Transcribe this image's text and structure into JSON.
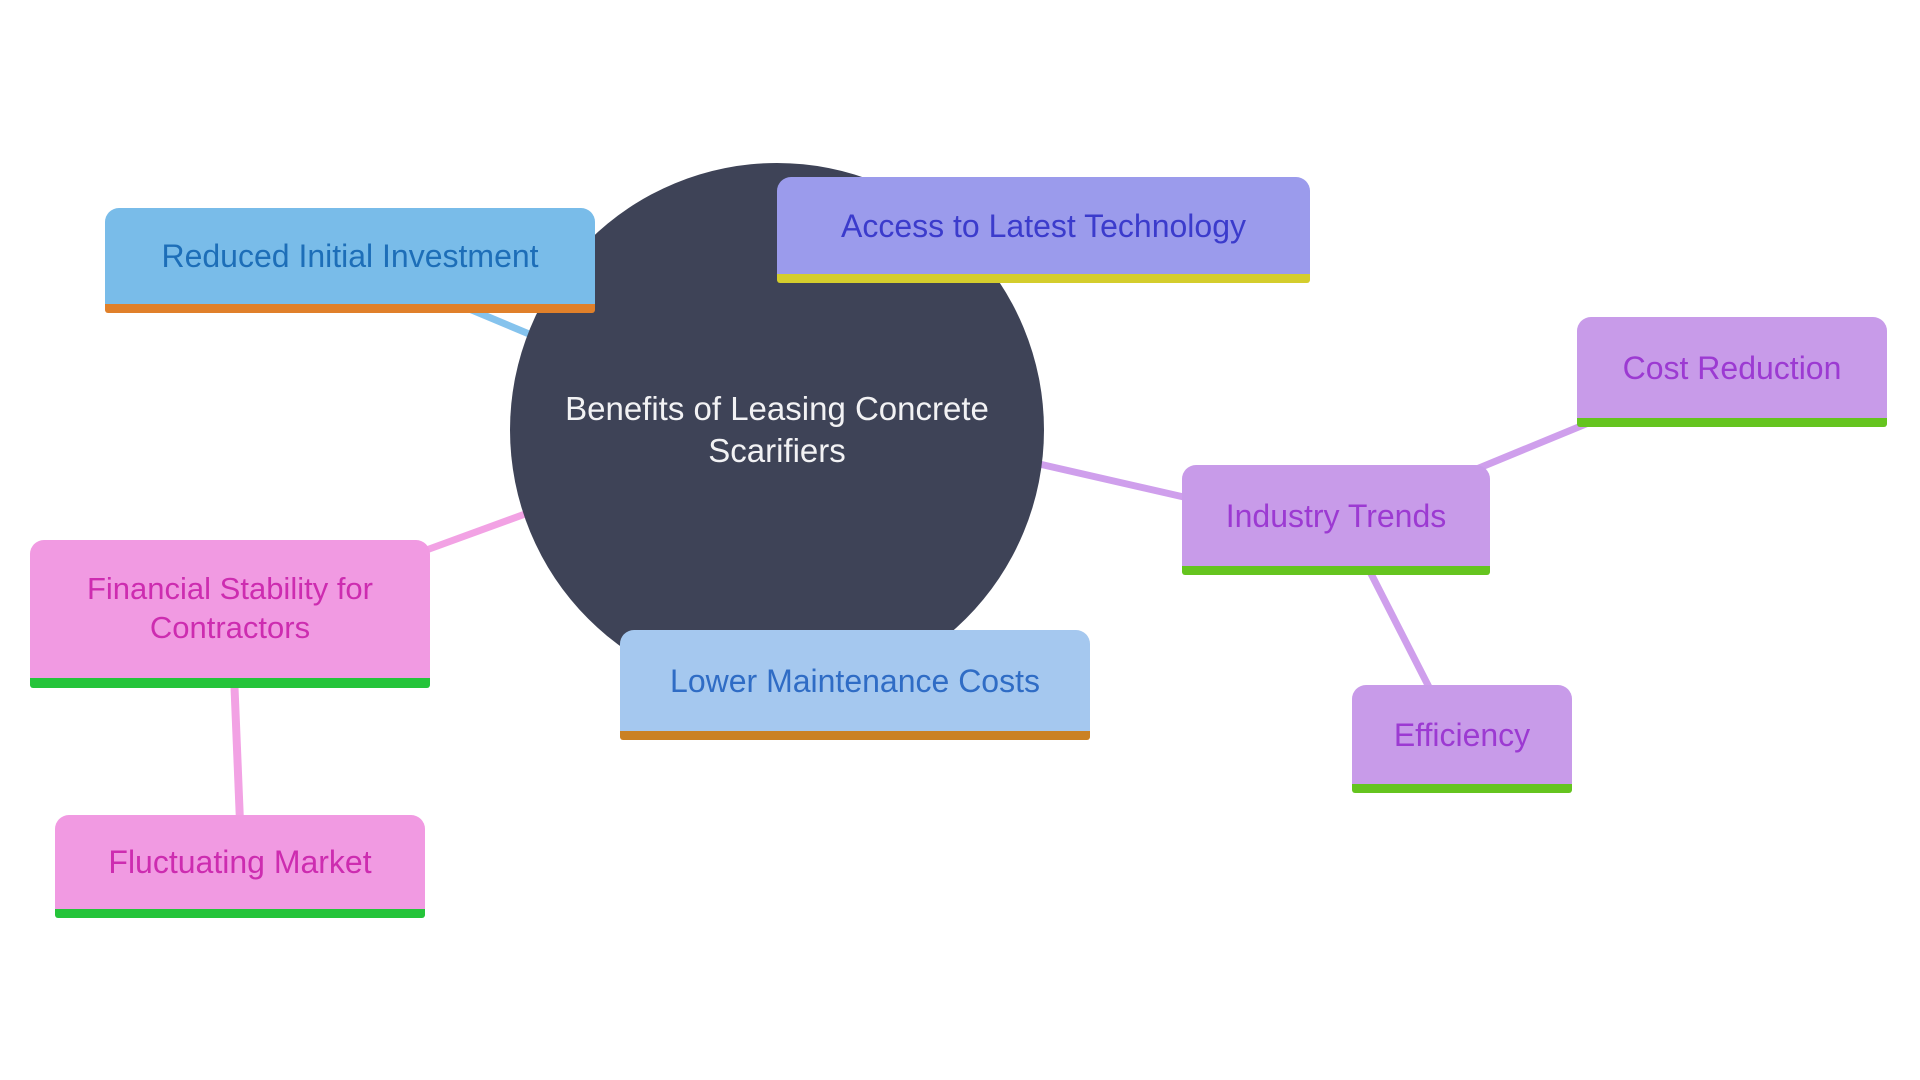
{
  "diagram": {
    "background_color": "#ffffff",
    "center_node": {
      "id": "benefits-of-leasing-concrete-scarifiers",
      "label": "Benefits of Leasing Concrete Scarifiers",
      "fill": "#3e4357",
      "text_color": "#f2f2f4",
      "shape": "circle"
    },
    "nodes": [
      {
        "id": "reduced-initial-investment",
        "label": "Reduced Initial Investment",
        "fill": "#79bce9",
        "text_color": "#1d6eb8",
        "underline_color": "#e0802a"
      },
      {
        "id": "access-to-latest-technology",
        "label": "Access to Latest Technology",
        "fill": "#9b9bec",
        "text_color": "#3b3bcc",
        "underline_color": "#d4cd2d"
      },
      {
        "id": "cost-reduction",
        "label": "Cost Reduction",
        "fill": "#c89be9",
        "text_color": "#9c3ad2",
        "underline_color": "#65c41f"
      },
      {
        "id": "industry-trends",
        "label": "Industry Trends",
        "fill": "#c89be9",
        "text_color": "#9c3ad2",
        "underline_color": "#65c41f"
      },
      {
        "id": "efficiency",
        "label": "Efficiency",
        "fill": "#c89be9",
        "text_color": "#9c3ad2",
        "underline_color": "#65c41f"
      },
      {
        "id": "lower-maintenance-costs",
        "label": "Lower Maintenance Costs",
        "fill": "#a5c8ef",
        "text_color": "#2f6cc5",
        "underline_color": "#ca8124"
      },
      {
        "id": "financial-stability-for-contractors",
        "label": "Financial Stability for Contractors",
        "fill": "#f19ae2",
        "text_color": "#cd2cb0",
        "underline_color": "#25c43a"
      },
      {
        "id": "fluctuating-market",
        "label": "Fluctuating Market",
        "fill": "#f19ae2",
        "text_color": "#cd2cb0",
        "underline_color": "#25c43a"
      }
    ],
    "edges": [
      {
        "from": "benefits-of-leasing-concrete-scarifiers",
        "to": "reduced-initial-investment",
        "color": "#85c3ed"
      },
      {
        "from": "benefits-of-leasing-concrete-scarifiers",
        "to": "industry-trends",
        "color": "#cf9fec"
      },
      {
        "from": "industry-trends",
        "to": "cost-reduction",
        "color": "#cf9fec"
      },
      {
        "from": "industry-trends",
        "to": "efficiency",
        "color": "#cf9fec"
      },
      {
        "from": "benefits-of-leasing-concrete-scarifiers",
        "to": "financial-stability-for-contractors",
        "color": "#f2a2e4"
      },
      {
        "from": "financial-stability-for-contractors",
        "to": "fluctuating-market",
        "color": "#f2a2e4"
      }
    ]
  }
}
